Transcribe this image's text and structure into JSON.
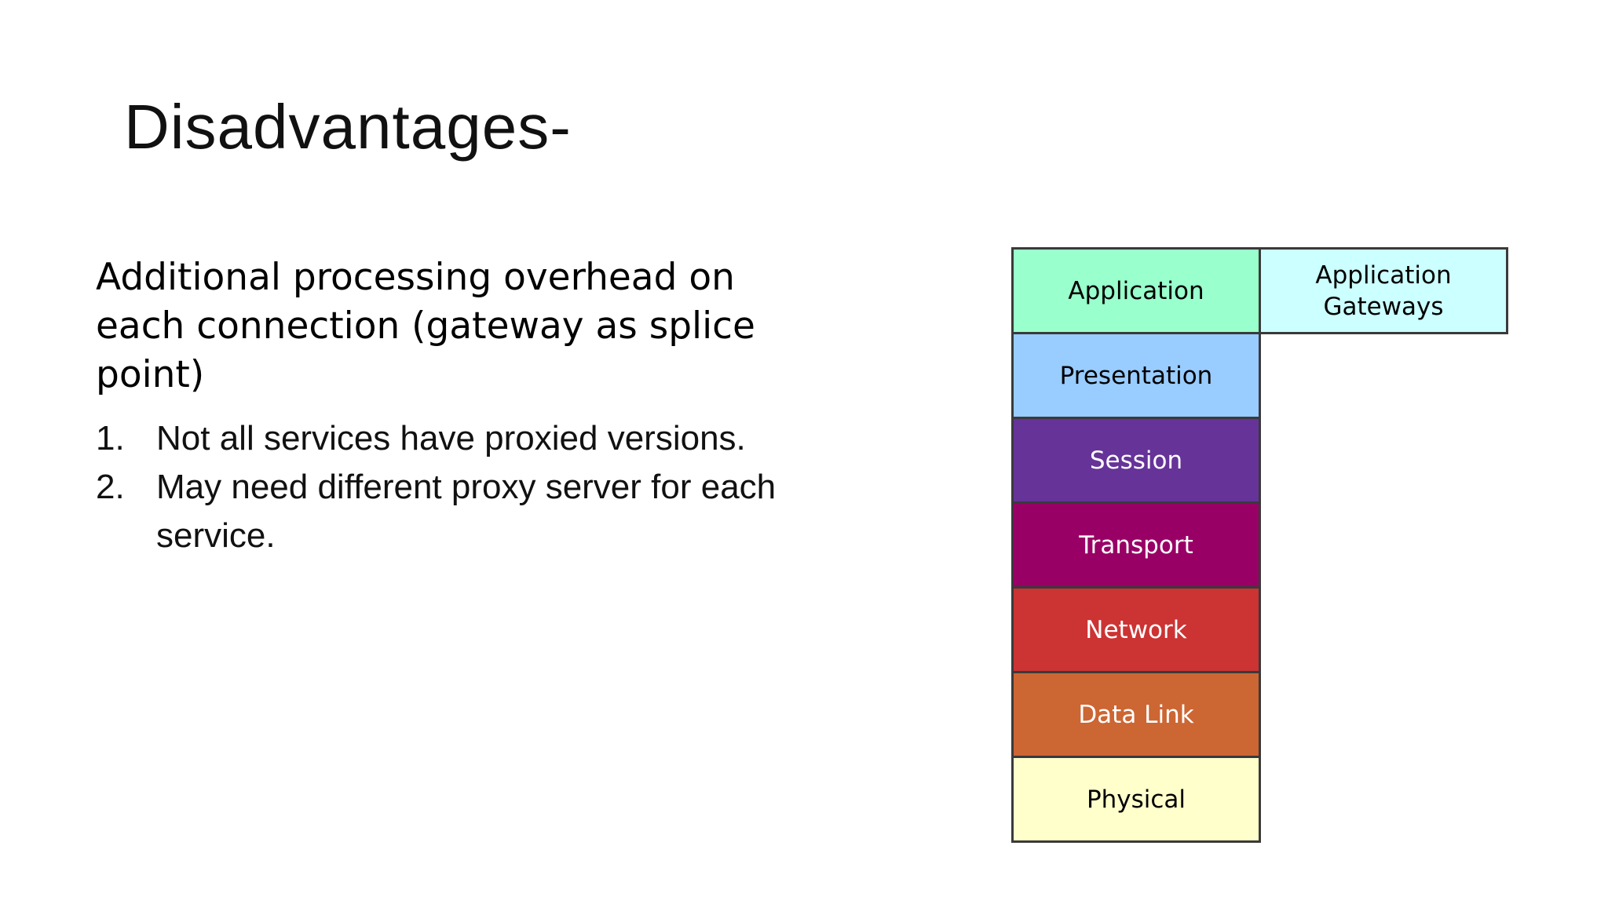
{
  "slide": {
    "title": "Disadvantages-",
    "lead": "Additional processing overhead on each connection (gateway as splice point)",
    "list": [
      {
        "number": "1.",
        "text": "Not all services have proxied versions."
      },
      {
        "number": "2.",
        "text": "May need different proxy server for each service."
      }
    ]
  },
  "diagram": {
    "layers": [
      {
        "label": "Application",
        "color": "#99ffcc",
        "text_color": "#000000"
      },
      {
        "label": "Presentation",
        "color": "#99ccff",
        "text_color": "#000000"
      },
      {
        "label": "Session",
        "color": "#663399",
        "text_color": "#ffffff"
      },
      {
        "label": "Transport",
        "color": "#990066",
        "text_color": "#ffffff"
      },
      {
        "label": "Network",
        "color": "#cc3333",
        "text_color": "#ffffff"
      },
      {
        "label": "Data Link",
        "color": "#cc6633",
        "text_color": "#ffffff"
      },
      {
        "label": "Physical",
        "color": "#ffffcc",
        "text_color": "#000000"
      }
    ],
    "gateway": {
      "label": "Application\nGateways",
      "color": "#ccffff"
    }
  }
}
